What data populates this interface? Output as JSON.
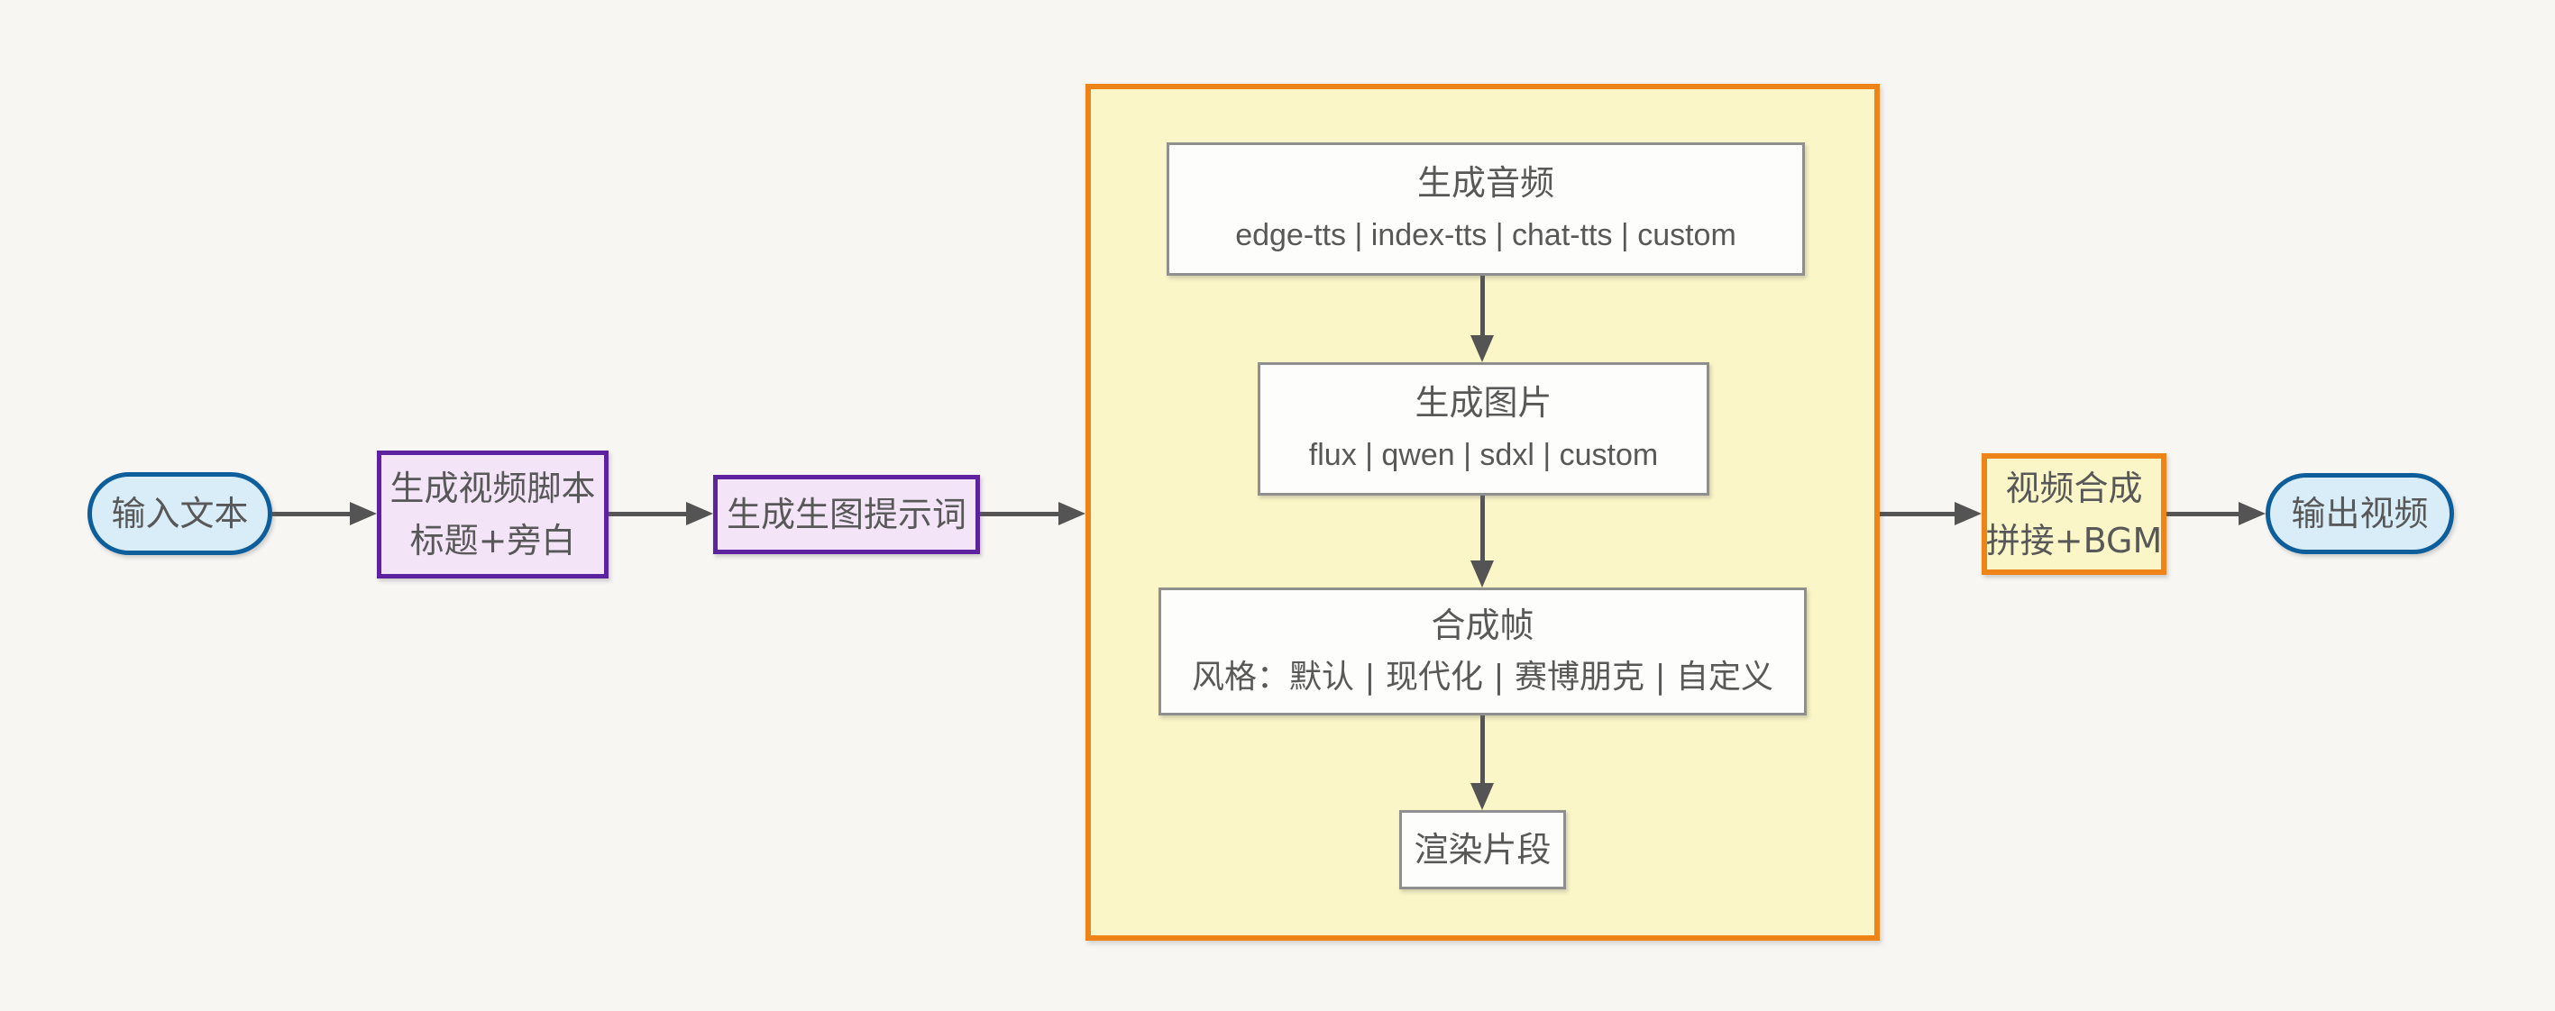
{
  "diagram": {
    "type": "flowchart",
    "direction": "left-to-right",
    "nodes": {
      "input": {
        "label": "输入文本"
      },
      "script": {
        "line1": "生成视频脚本",
        "line2": "标题+旁白"
      },
      "prompt": {
        "label": "生成生图提示词"
      },
      "audio": {
        "line1": "生成音频",
        "line2": "edge-tts | index-tts | chat-tts | custom"
      },
      "image": {
        "line1": "生成图片",
        "line2": "flux | qwen | sdxl | custom"
      },
      "frame": {
        "line1": "合成帧",
        "line2": "风格：默认 | 现代化 | 赛博朋克 | 自定义"
      },
      "render": {
        "label": "渲染片段"
      },
      "compose": {
        "line1": "视频合成",
        "line2": "拼接+BGM"
      },
      "output": {
        "label": "输出视频"
      }
    },
    "edges": [
      {
        "from": "input",
        "to": "script"
      },
      {
        "from": "script",
        "to": "prompt"
      },
      {
        "from": "prompt",
        "to": "subgraph"
      },
      {
        "from": "audio",
        "to": "image"
      },
      {
        "from": "image",
        "to": "frame"
      },
      {
        "from": "frame",
        "to": "render"
      },
      {
        "from": "subgraph",
        "to": "compose"
      },
      {
        "from": "compose",
        "to": "output"
      }
    ],
    "colors": {
      "background": "#f7f6f3",
      "text": "#585858",
      "arrow": "#545454",
      "stadium_fill": "#d9edf8",
      "stadium_border": "#0f5e9c",
      "purple_fill": "#f3e4f8",
      "purple_border": "#5c22a0",
      "yellow_fill": "#fbf6c7",
      "orange_border": "#ee8418",
      "white_fill": "#fdfdfb",
      "gray_border": "#8f8f8f"
    }
  }
}
